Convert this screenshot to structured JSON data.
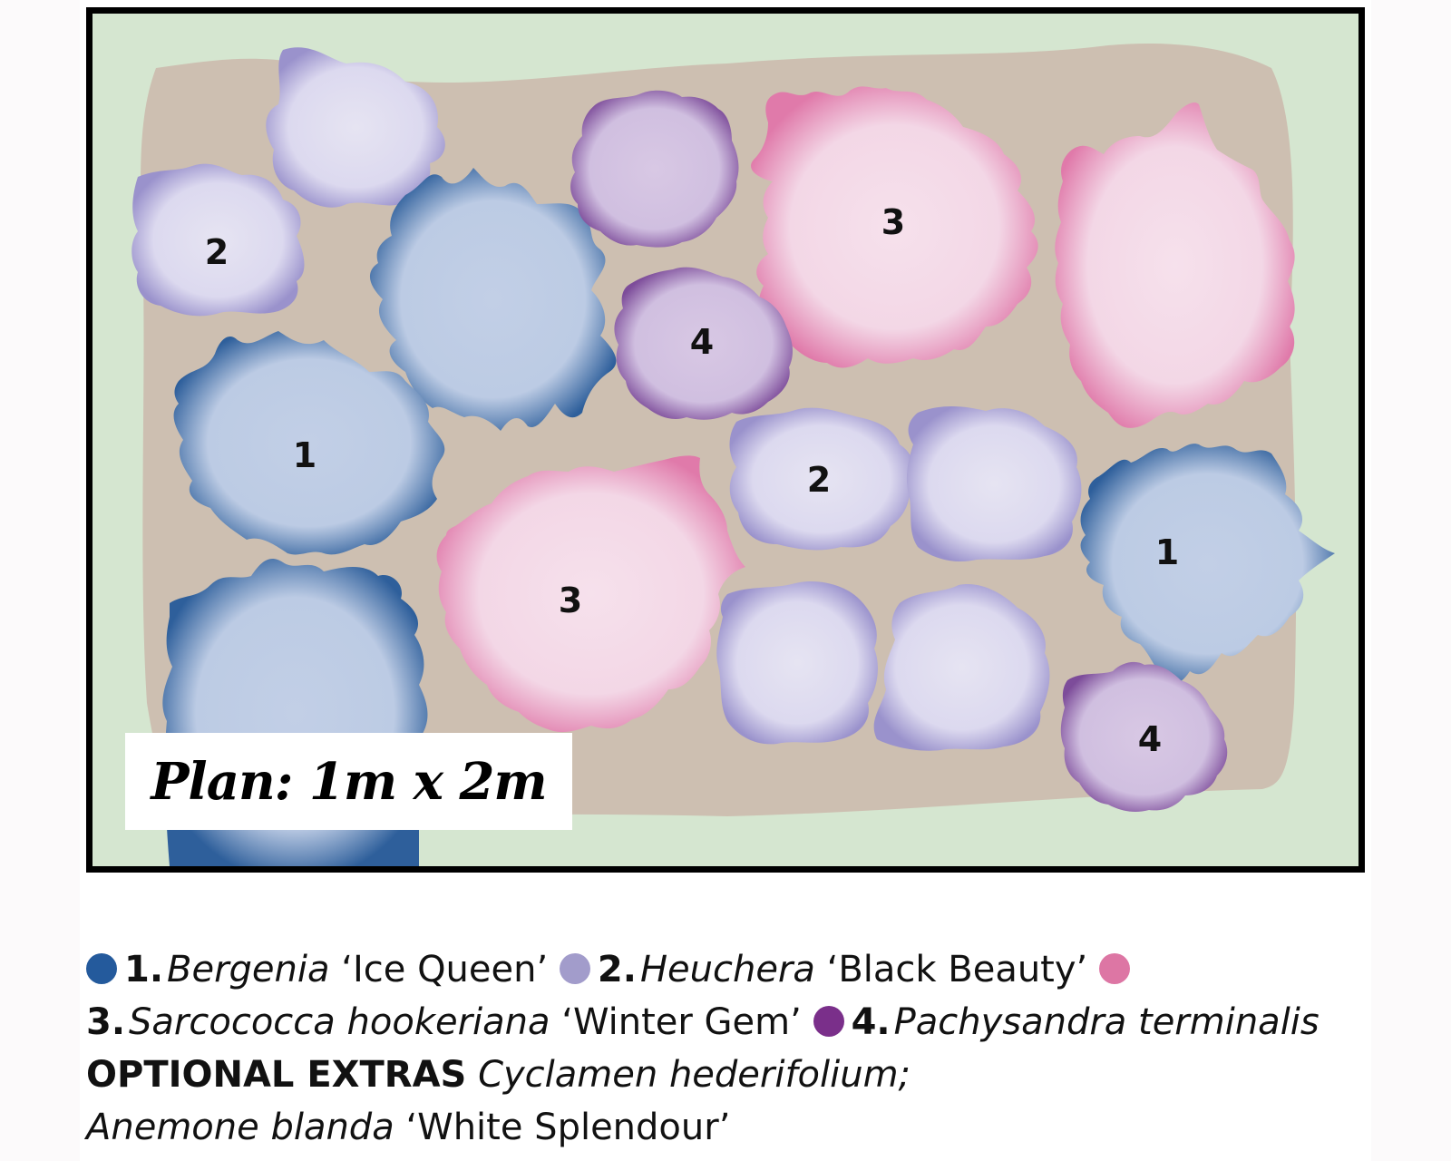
{
  "plan": {
    "caption": "Plan: 1m x 2m",
    "colors": {
      "lawn": "#d5e6d0",
      "soil": "#cdbfb1",
      "frame": "#000000",
      "bergenia": "#2d5f9e",
      "heuchera": "#a39dcc",
      "sarcococca": "#de7aa7",
      "pachysandra": "#7a3f8c"
    },
    "plant_labels": [
      {
        "id": "heuchera-top-left",
        "number": "2"
      },
      {
        "id": "bergenia-left",
        "number": "1"
      },
      {
        "id": "pachysandra-middle",
        "number": "4"
      },
      {
        "id": "sarcococca-top",
        "number": "3"
      },
      {
        "id": "heuchera-middle",
        "number": "2"
      },
      {
        "id": "sarcococca-bottom",
        "number": "3"
      },
      {
        "id": "bergenia-right",
        "number": "1"
      },
      {
        "id": "pachysandra-bottom-right",
        "number": "4"
      }
    ]
  },
  "legend": {
    "items": [
      {
        "number": "1.",
        "genus": "Bergenia",
        "cultivar": "‘Ice Queen’",
        "color": "#245a9c"
      },
      {
        "number": "2.",
        "genus": "Heuchera",
        "cultivar": "‘Black Beauty’",
        "color": "#a29ccb"
      },
      {
        "number": "3.",
        "genus": "Sarcococca hookeriana",
        "cultivar": "‘Winter Gem’",
        "color": "#dd76a4"
      },
      {
        "number": "4.",
        "genus": "Pachysandra terminalis",
        "cultivar": "",
        "color": "#7a2f8a"
      }
    ],
    "optional_label": "OPTIONAL EXTRAS",
    "optional_1": "Cyclamen hederifolium;",
    "optional_2_genus": "Anemone blanda",
    "optional_2_cultivar": "‘White Splendour’"
  }
}
